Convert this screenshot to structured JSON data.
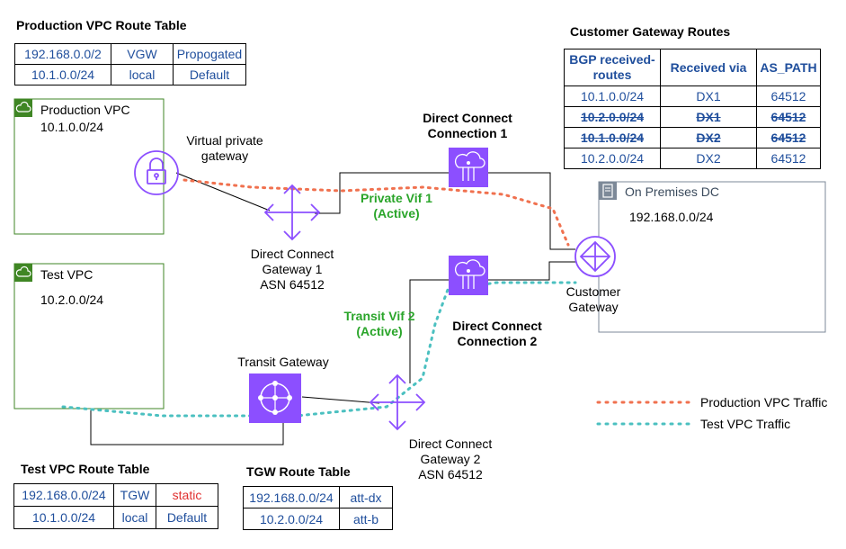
{
  "colors": {
    "vpc_border": "#3f8624",
    "dc_border": "#7d8998",
    "aws_purple": "#8c4fff",
    "production_traffic": "#f0714f",
    "test_traffic": "#4bc0c0",
    "link": "#000000",
    "table_text": "#1f4e9c",
    "static_text": "#e03030",
    "vif_text": "#2aa52a"
  },
  "icons": {
    "vpc": "cloud-lock-icon",
    "vpg": "padlock-icon",
    "dx_gateway": "four-arrows-icon",
    "dx_connection": "cloud-connection-icon",
    "customer_gateway": "router-icon",
    "transit_gateway": "transit-hub-icon",
    "dc": "server-icon"
  },
  "production_route_table": {
    "title": "Production VPC Route Table",
    "rows": [
      [
        "192.168.0.0/2",
        "VGW",
        "Propogated"
      ],
      [
        "10.1.0.0/24",
        "local",
        "Default"
      ]
    ]
  },
  "customer_gateway_routes": {
    "title": "Customer Gateway Routes",
    "headers": [
      "BGP received-routes",
      "Received via",
      "AS_PATH"
    ],
    "rows": [
      {
        "cells": [
          "10.1.0.0/24",
          "DX1",
          "64512"
        ],
        "struck": false
      },
      {
        "cells": [
          "10.2.0.0/24",
          "DX1",
          "64512"
        ],
        "struck": true
      },
      {
        "cells": [
          "10.1.0.0/24",
          "DX2",
          "64512"
        ],
        "struck": true
      },
      {
        "cells": [
          "10.2.0.0/24",
          "DX2",
          "64512"
        ],
        "struck": false
      }
    ]
  },
  "test_route_table": {
    "title": "Test VPC Route Table",
    "rows": [
      [
        "192.168.0.0/24",
        "TGW",
        "static"
      ],
      [
        "10.1.0.0/24",
        "local",
        "Default"
      ]
    ]
  },
  "tgw_route_table": {
    "title": "TGW Route Table",
    "rows": [
      [
        "192.168.0.0/24",
        "att-dx"
      ],
      [
        "10.2.0.0/24",
        "att-b"
      ]
    ]
  },
  "production_vpc": {
    "name": "Production VPC",
    "cidr": "10.1.0.0/24"
  },
  "test_vpc": {
    "name": "Test VPC",
    "cidr": "10.2.0.0/24"
  },
  "on_prem": {
    "name": "On Premises DC",
    "cidr": "192.168.0.0/24"
  },
  "vpg_label": "Virtual private\ngateway",
  "dx_connection_1": "Direct Connect\nConnection 1",
  "dx_connection_2": "Direct Connect\nConnection 2",
  "dx_gateway_1": "Direct Connect\nGateway 1\nASN 64512",
  "dx_gateway_2": "Direct Connect\nGateway 2\nASN 64512",
  "private_vif": "Private Vif 1\n(Active)",
  "transit_vif": "Transit Vif 2\n(Active)",
  "customer_gateway": "Customer\nGateway",
  "transit_gateway": "Transit Gateway",
  "legend": {
    "production": "Production VPC Traffic",
    "test": "Test VPC Traffic"
  }
}
